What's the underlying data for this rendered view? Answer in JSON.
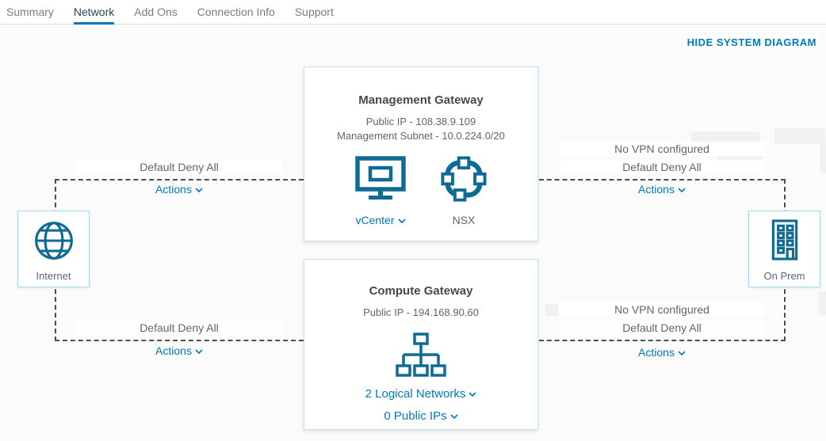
{
  "tabs": {
    "items": [
      {
        "label": "Summary",
        "active": false
      },
      {
        "label": "Network",
        "active": true
      },
      {
        "label": "Add Ons",
        "active": false
      },
      {
        "label": "Connection Info",
        "active": false
      },
      {
        "label": "Support",
        "active": false
      }
    ]
  },
  "header": {
    "toggle_diagram_label": "HIDE SYSTEM DIAGRAM"
  },
  "diagram": {
    "management_gateway": {
      "title": "Management Gateway",
      "public_ip": "Public IP - 108.38.9.109",
      "subnet": "Management Subnet - 10.0.224.0/20",
      "vcenter_label": "vCenter",
      "nsx_label": "NSX"
    },
    "compute_gateway": {
      "title": "Compute Gateway",
      "public_ip": "Public IP - 194.168.90.60",
      "logical_networks_label": "2 Logical Networks",
      "public_ips_label": "0 Public IPs"
    },
    "internet_node": {
      "label": "Internet"
    },
    "onprem_node": {
      "label": "On Prem"
    },
    "connections": {
      "mgw_internet": {
        "deny": "Default Deny All",
        "actions": "Actions"
      },
      "mgw_onprem": {
        "vpn": "No VPN configured",
        "deny": "Default Deny All",
        "actions": "Actions"
      },
      "cgw_internet": {
        "deny": "Default Deny All",
        "actions": "Actions"
      },
      "cgw_onprem": {
        "vpn": "No VPN configured",
        "deny": "Default Deny All",
        "actions": "Actions"
      }
    },
    "icons": {
      "internet": "globe-icon",
      "onprem": "building-icon",
      "vcenter": "monitor-icon",
      "nsx": "nsx-ring-icon",
      "logical_networks": "network-tree-icon"
    },
    "colors": {
      "accent_blue": "#0079b8",
      "icon_teal": "#0f6b93",
      "dash_gray": "#4d4d4d",
      "card_border": "#c3e1ee",
      "text_gray": "#5b6770"
    }
  }
}
